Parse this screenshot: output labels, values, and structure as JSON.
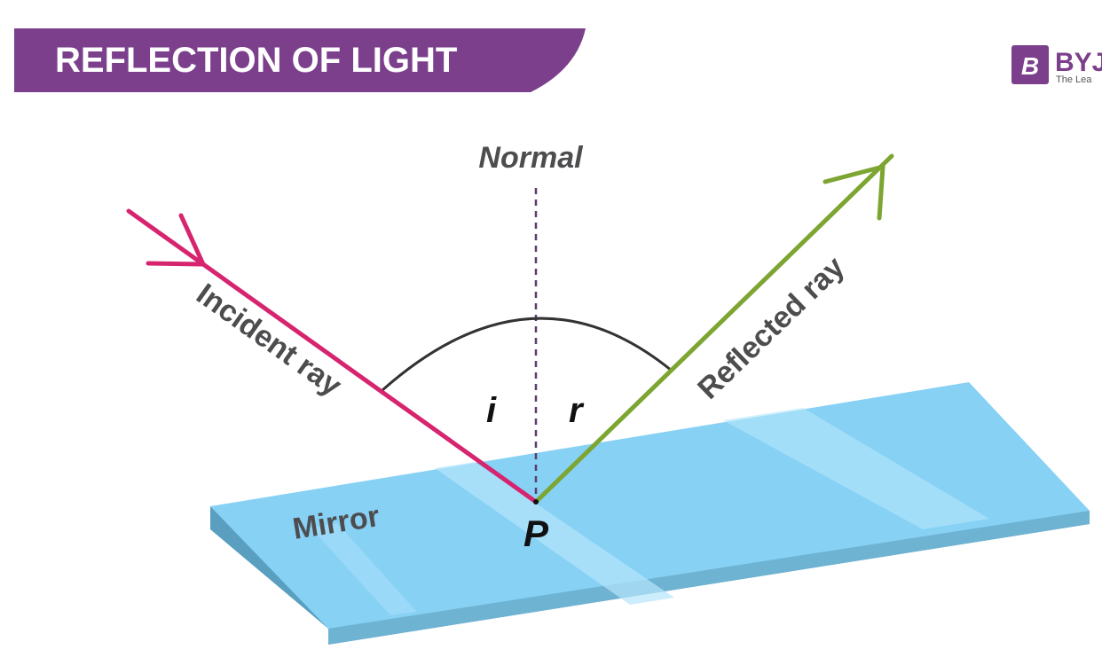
{
  "banner": {
    "title": "REFLECTION OF LIGHT",
    "color": "#7b3f8c"
  },
  "logo": {
    "glyph": "B",
    "name": "BYJ",
    "tagline": "The Lea",
    "color": "#7b3f8c"
  },
  "diagram": {
    "normal_label": "Normal",
    "incident_label": "Incident ray",
    "reflected_label": "Reflected ray",
    "angle_incidence_label": "i",
    "angle_reflection_label": "r",
    "point_label": "P",
    "mirror_label": "Mirror",
    "colors": {
      "incident": "#d6246e",
      "reflected": "#7da531",
      "normal": "#5a3d6b",
      "arc": "#333333",
      "mirror_top": "#87d1f5",
      "mirror_side": "#5a9fc0",
      "mirror_highlight": "#b5e6fb"
    }
  }
}
